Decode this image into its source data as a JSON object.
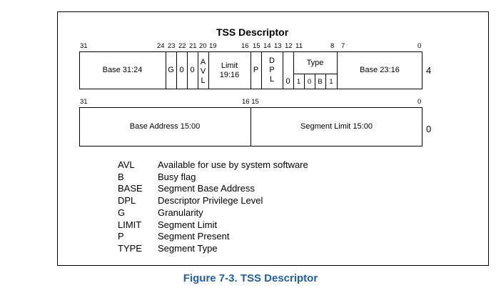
{
  "title": "TSS Descriptor",
  "caption": "Figure 7-3.  TSS Descriptor",
  "upper_dword": {
    "offset": "4",
    "bit_labels": [
      "31",
      "24",
      "23",
      "22",
      "21",
      "20",
      "19",
      "16",
      "15",
      "14",
      "13",
      "12",
      "11",
      "8",
      "7",
      "0"
    ],
    "fields": {
      "base_31_24": "Base 31:24",
      "g": "G",
      "zero_22": "0",
      "zero_21": "0",
      "avl": [
        "A",
        "V",
        "L"
      ],
      "limit_19_16": [
        "Limit",
        "19:16"
      ],
      "p": "P",
      "dpl": [
        "D",
        "P",
        "L"
      ],
      "zero_12": "0",
      "type_label": "Type",
      "type_bits": [
        "1",
        "0",
        "B",
        "1"
      ],
      "base_23_16": "Base 23:16"
    }
  },
  "lower_dword": {
    "offset": "0",
    "bit_labels": [
      "31",
      "16 15",
      "0"
    ],
    "fields": {
      "base_15_00": "Base Address 15:00",
      "limit_15_00": "Segment Limit 15:00"
    }
  },
  "legend": [
    {
      "abbr": "AVL",
      "desc": "Available for use by system software"
    },
    {
      "abbr": "B",
      "desc": "Busy flag"
    },
    {
      "abbr": "BASE",
      "desc": "Segment Base Address"
    },
    {
      "abbr": "DPL",
      "desc": "Descriptor Privilege Level"
    },
    {
      "abbr": "G",
      "desc": "Granularity"
    },
    {
      "abbr": "LIMIT",
      "desc": "Segment Limit"
    },
    {
      "abbr": "P",
      "desc": "Segment Present"
    },
    {
      "abbr": "TYPE",
      "desc": "Segment Type"
    }
  ]
}
